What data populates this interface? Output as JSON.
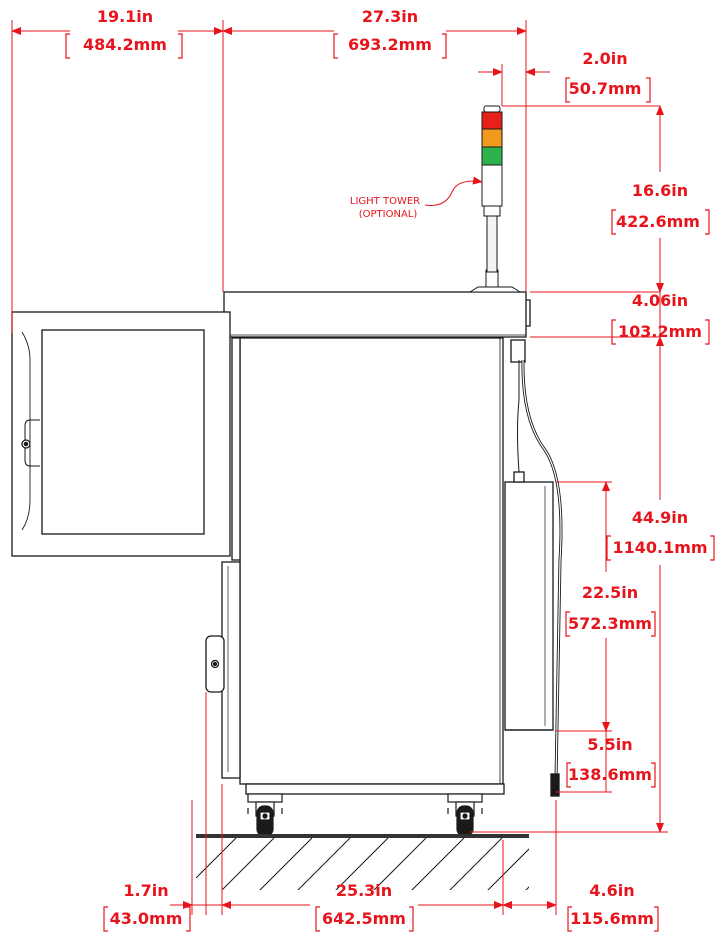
{
  "colors": {
    "dimension": "#e8141c",
    "outline": "#1a1a1a",
    "light_red": "#e8201c",
    "light_amber": "#f29a1e",
    "light_green": "#2bb24c"
  },
  "annotation": {
    "line1": "LIGHT TOWER",
    "line2": "(OPTIONAL)"
  },
  "dimensions": {
    "door_width": {
      "in": "19.1in",
      "mm": "484.2mm"
    },
    "cabinet_depth": {
      "in": "27.3in",
      "mm": "693.2mm"
    },
    "tower_offset": {
      "in": "2.0in",
      "mm": "50.7mm"
    },
    "tower_height": {
      "in": "16.6in",
      "mm": "422.6mm"
    },
    "top_thickness": {
      "in": "4.06in",
      "mm": "103.2mm"
    },
    "cabinet_height": {
      "in": "44.9in",
      "mm": "1140.1mm"
    },
    "box_height": {
      "in": "22.5in",
      "mm": "572.3mm"
    },
    "box_clearance": {
      "in": "5.5in",
      "mm": "138.6mm"
    },
    "handle_depth": {
      "in": "1.7in",
      "mm": "43.0mm"
    },
    "base_depth": {
      "in": "25.3in",
      "mm": "642.5mm"
    },
    "side_box_depth": {
      "in": "4.6in",
      "mm": "115.6mm"
    }
  }
}
